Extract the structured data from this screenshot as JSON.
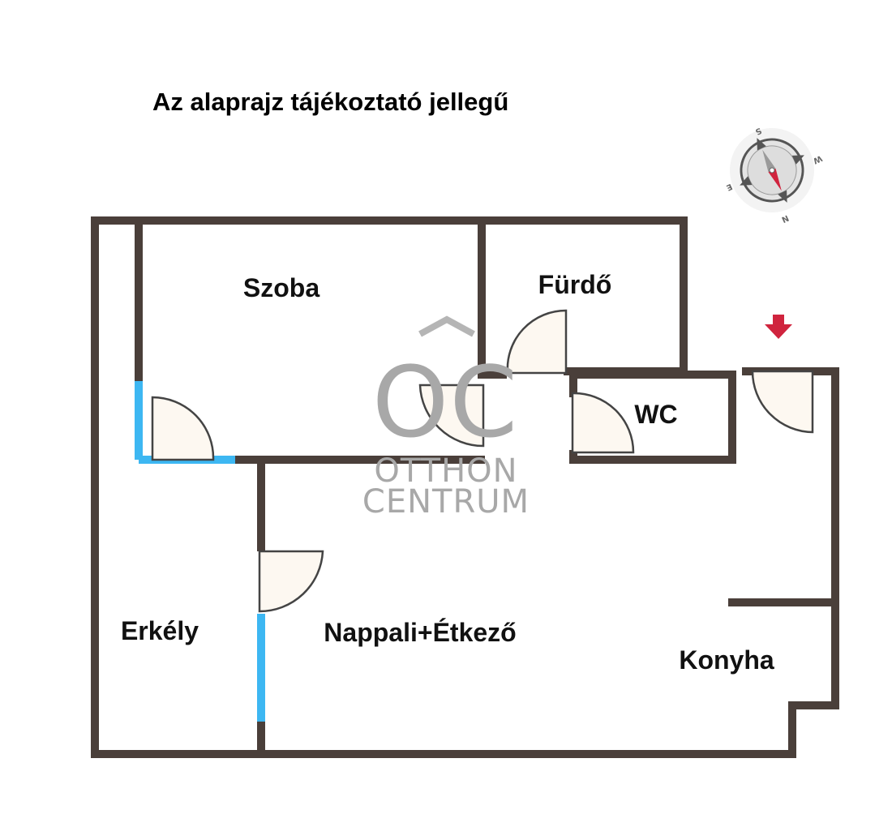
{
  "disclaimer": "Az alaprajz tájékoztató jellegű",
  "rooms": {
    "szoba": "Szoba",
    "furdo": "Fürdő",
    "wc": "WC",
    "erkely": "Erkély",
    "nappali": "Nappali+Étkező",
    "konyha": "Konyha"
  },
  "watermark": {
    "logo": "OC",
    "line1": "OTTHON",
    "line2": "CENTRUM"
  },
  "compass": {
    "n": "N",
    "s": "S",
    "e": "E",
    "w": "W"
  },
  "colors": {
    "wall": "#4a3f3a",
    "window": "#3db7f2",
    "door_fill": "#fdf8f1",
    "entrance_arrow": "#d0243e",
    "watermark": "#a8a8a8"
  }
}
